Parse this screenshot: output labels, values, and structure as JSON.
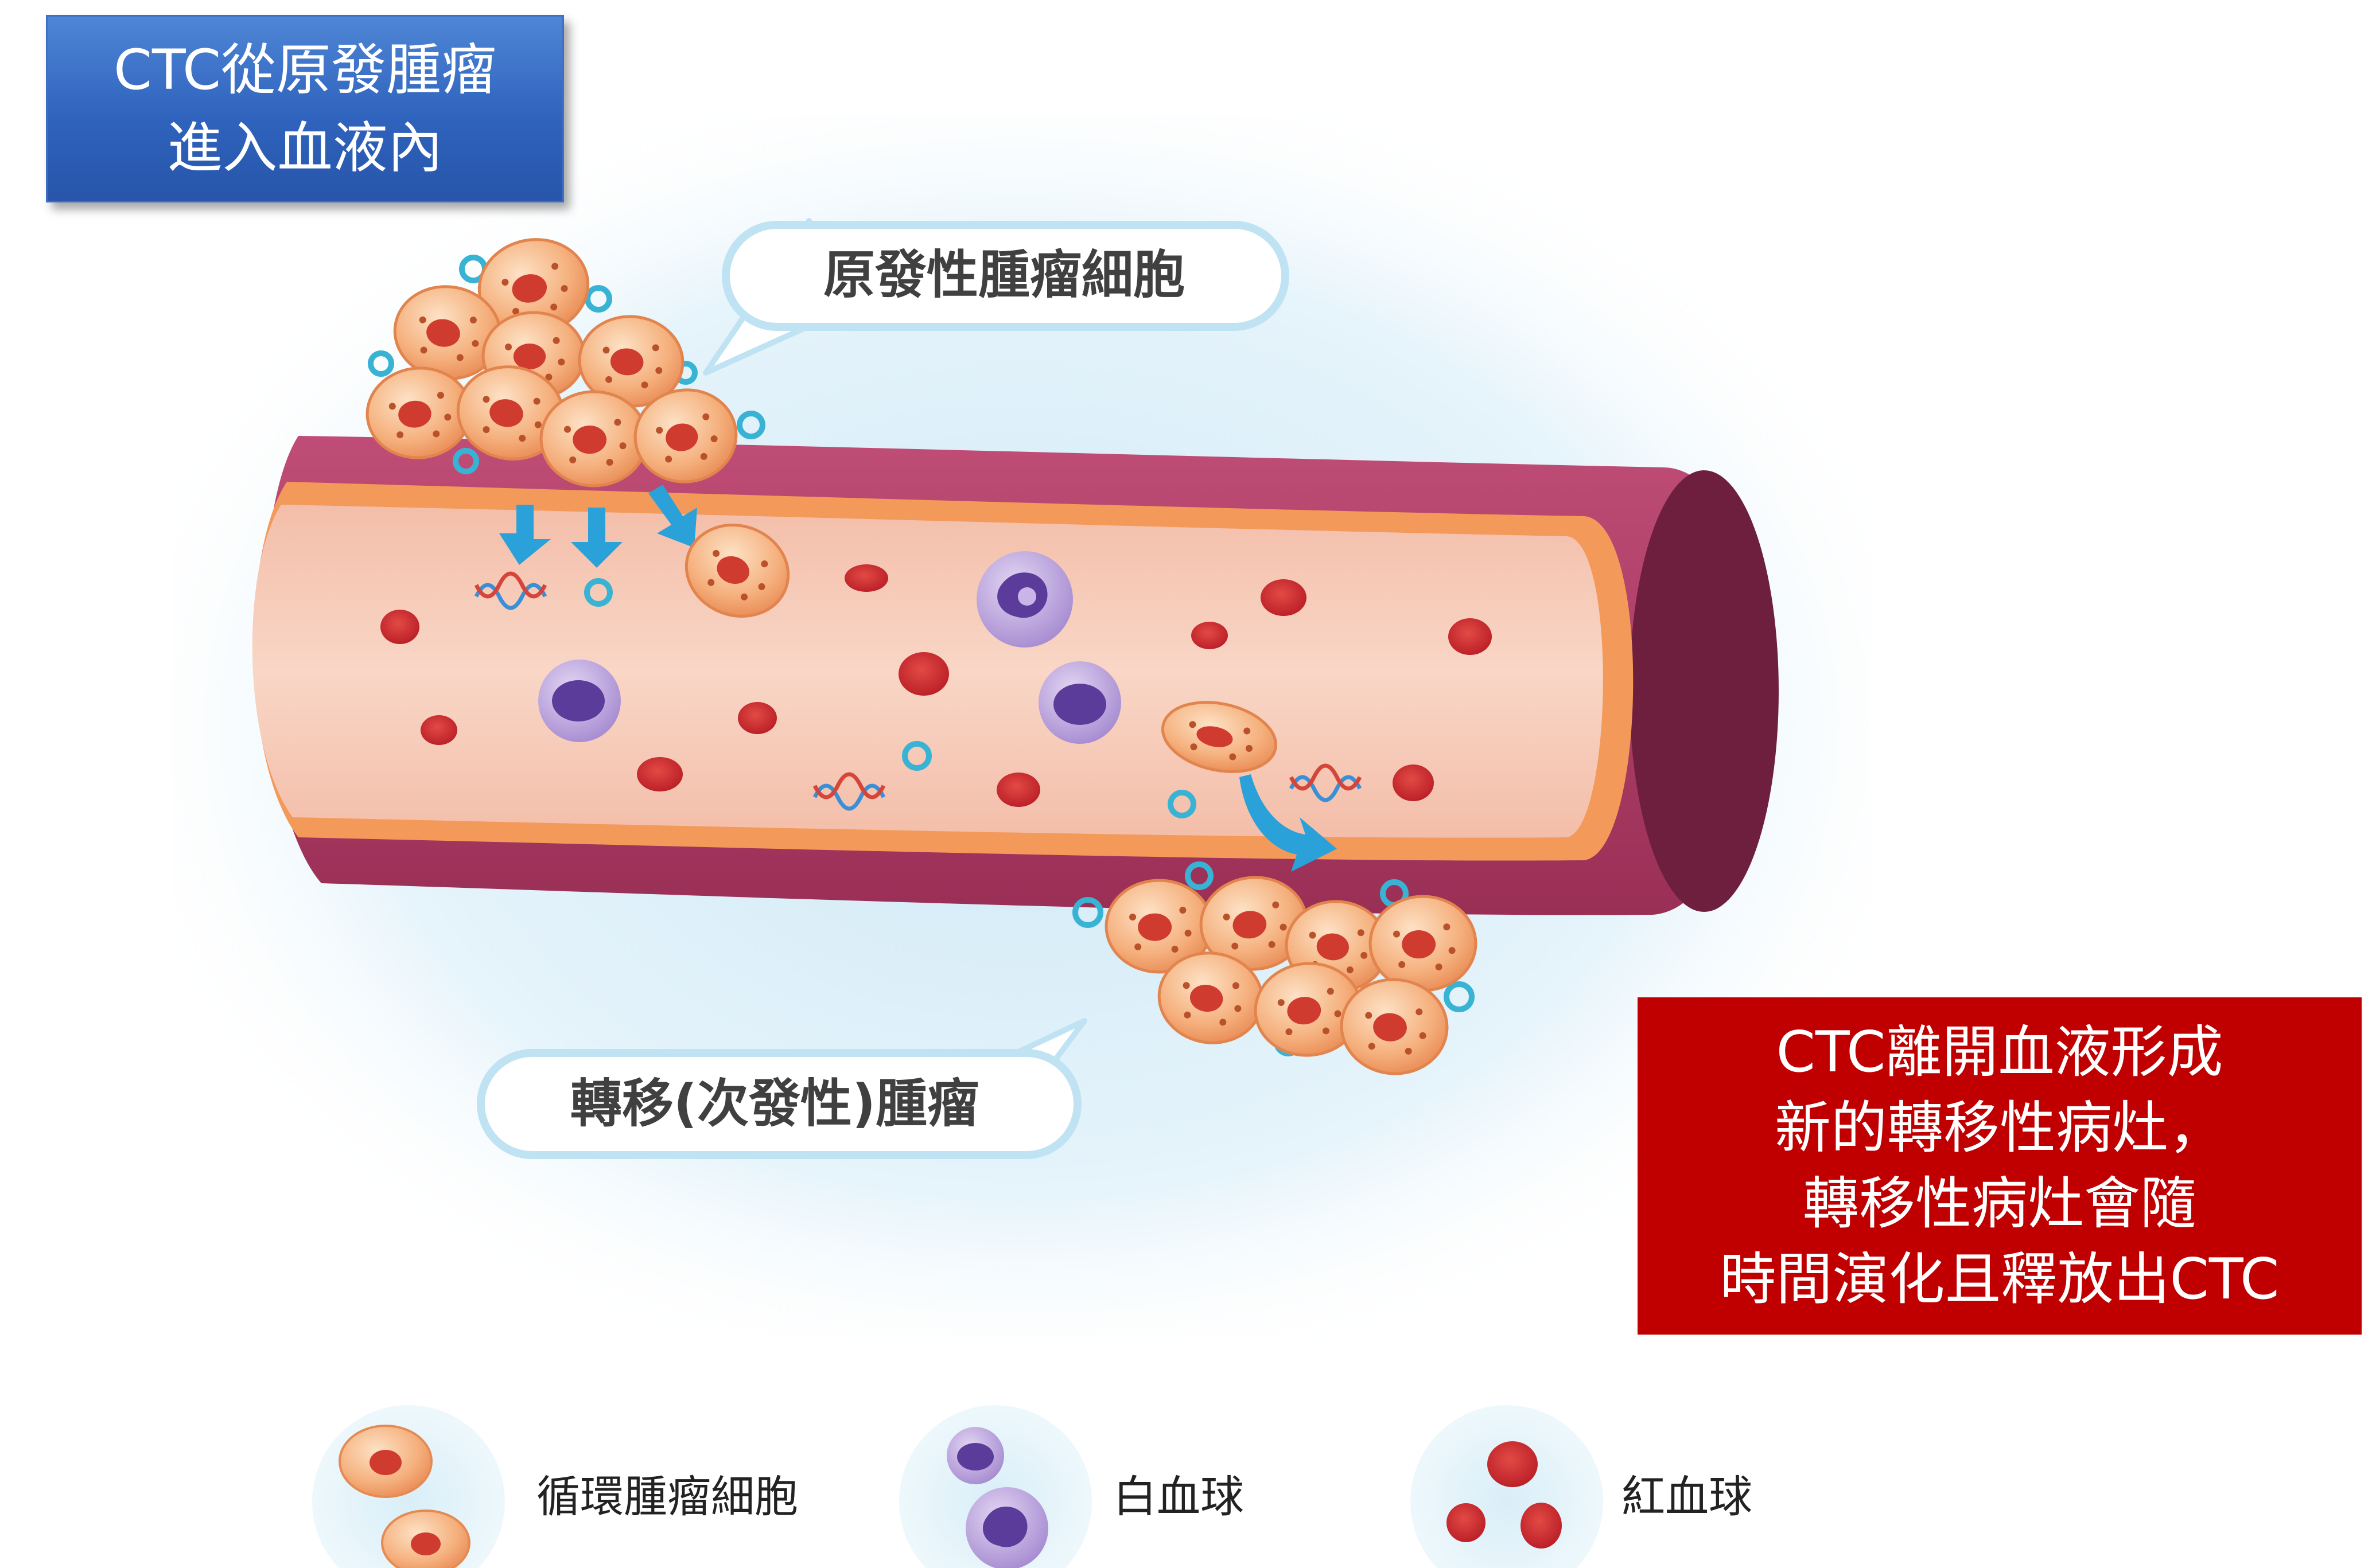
{
  "boxes": {
    "ctc_enter": [
      "CTC從原發腫瘤",
      "進入血液內"
    ],
    "ctc_leave": [
      "CTC離開血液形成",
      "新的轉移性病灶，",
      "轉移性病灶會隨",
      "時間演化且釋放出CTC"
    ]
  },
  "callouts": {
    "primary": "原發性腫瘤細胞",
    "metastatic": "轉移(次發性)腫瘤"
  },
  "legend": {
    "ctc": "循環腫瘤細胞",
    "wbc": "白血球",
    "rbc": "紅血球"
  },
  "colors": {
    "blue_box": "#2f63bd",
    "red_box": "#c00000",
    "vessel_outer": "#a93a62",
    "vessel_inner": "#f6c8b5",
    "tumor_cell": "#f5b07d",
    "nucleus": "#cf3b2f",
    "red_blood_cell": "#c8242b",
    "white_blood_cell": "#8a6bc0",
    "arrow": "#2aa1d8",
    "platelet_ring": "#39b3d4"
  }
}
